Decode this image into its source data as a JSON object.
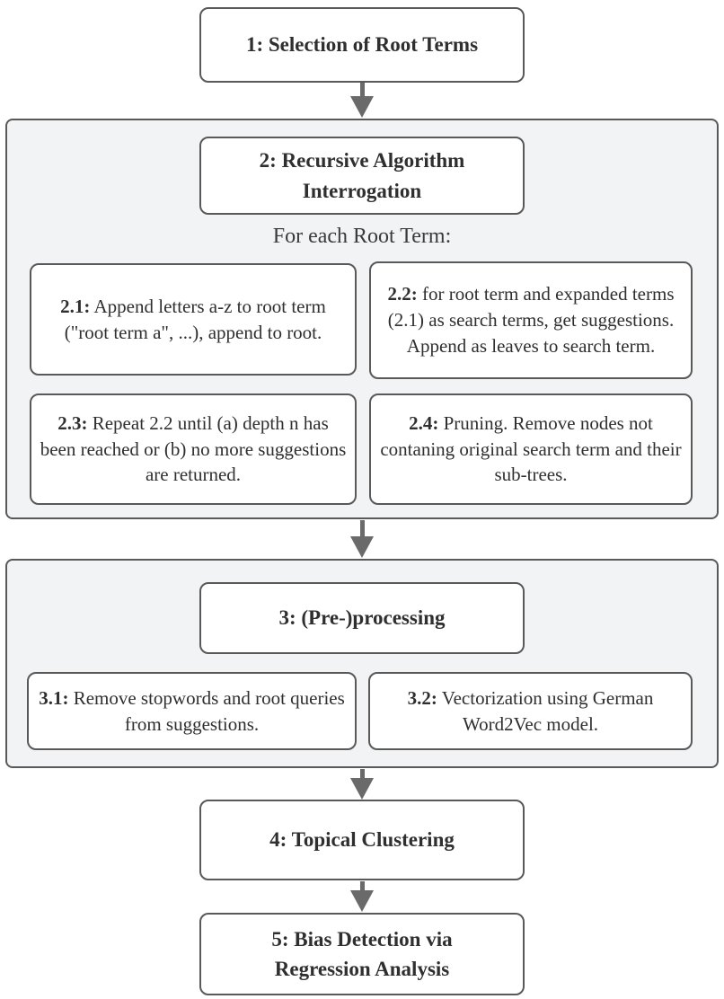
{
  "diagram": {
    "kind": "flowchart",
    "step1": {
      "label": "1: Selection of Root Terms"
    },
    "step2": {
      "title": "2: Recursive Algorithm Interrogation",
      "subtitle": "For each Root Term:",
      "substeps": [
        {
          "id": "2.1:",
          "text": "Append letters a-z to root term (\"root term a\", ...), append to root."
        },
        {
          "id": "2.2:",
          "text": "for root term and expanded terms (2.1) as search terms, get suggestions. Append as leaves to search term."
        },
        {
          "id": "2.3:",
          "text": "Repeat 2.2 until (a) depth n has been reached or (b) no more suggestions are returned."
        },
        {
          "id": "2.4:",
          "text": "Pruning. Remove nodes not contaning original search term and their sub-trees."
        }
      ]
    },
    "step3": {
      "title": "3: (Pre-)processing",
      "substeps": [
        {
          "id": "3.1:",
          "text": "Remove stopwords and root queries from suggestions."
        },
        {
          "id": "3.2:",
          "text": "Vectorization using German Word2Vec model."
        }
      ]
    },
    "step4": {
      "label": "4: Topical Clustering"
    },
    "step5": {
      "label": "5: Bias Detection via Regression Analysis"
    },
    "colors": {
      "border": "#595959",
      "container_bg": "#f1f3f4",
      "arrow": "#6a6a6a",
      "text": "#2f2f2f"
    }
  }
}
